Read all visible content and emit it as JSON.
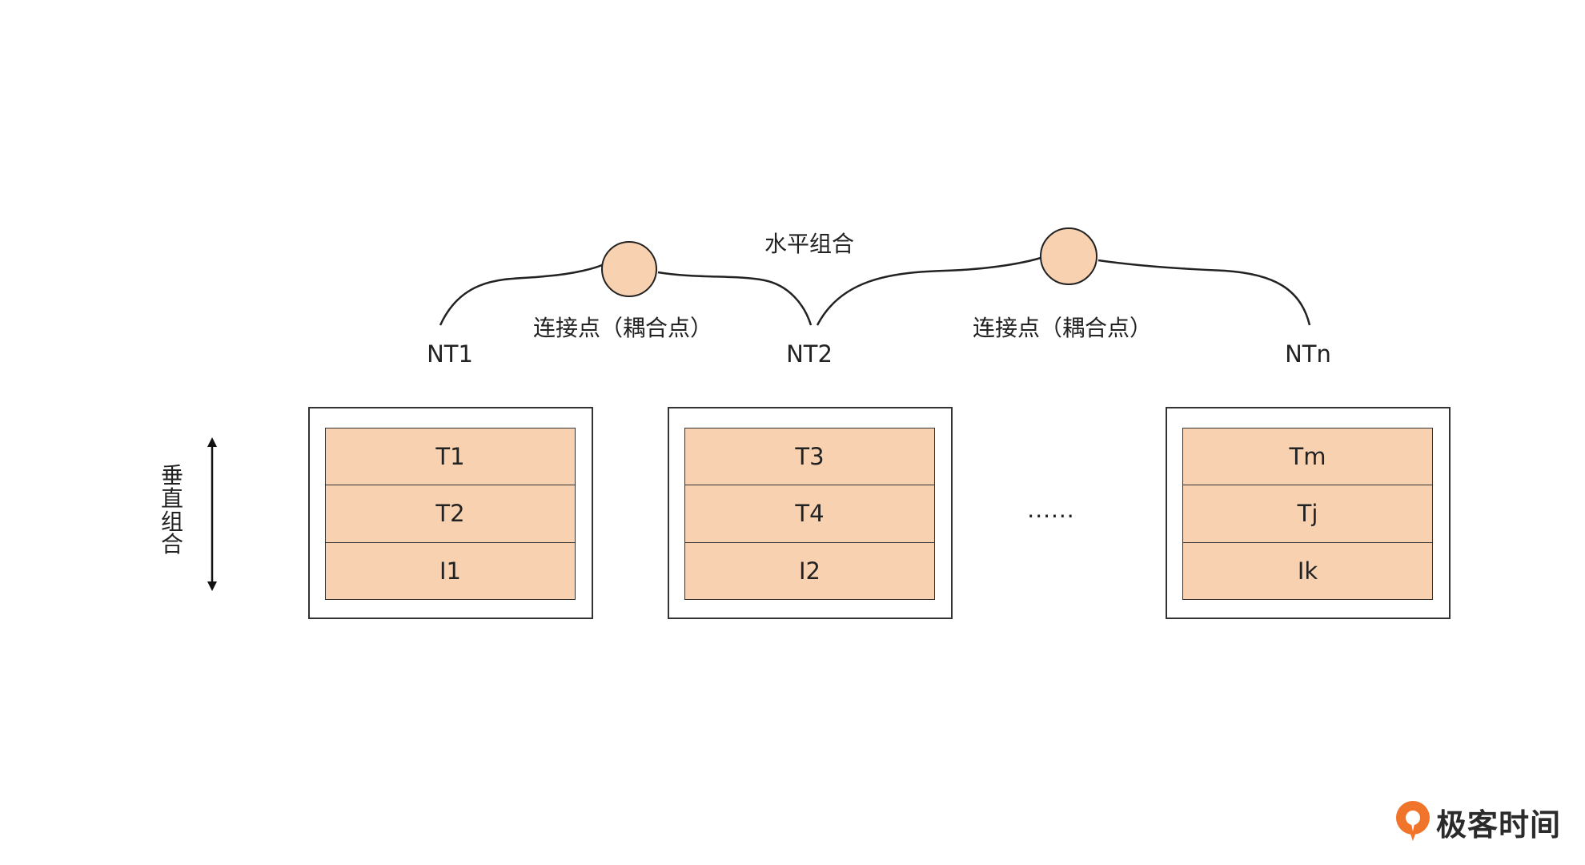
{
  "diagram": {
    "horizontal_label": "水平组合",
    "vertical_label": "垂直组合",
    "connection_label_1": "连接点（耦合点）",
    "connection_label_2": "连接点（耦合点）",
    "nodes": [
      "NT1",
      "NT2",
      "NTn"
    ],
    "ellipsis": "......",
    "stacks": [
      {
        "rows": [
          "T1",
          "T2",
          "I1"
        ]
      },
      {
        "rows": [
          "T3",
          "T4",
          "I2"
        ]
      },
      {
        "rows": [
          "Tm",
          "Tj",
          "Ik"
        ]
      }
    ]
  },
  "brand": {
    "name": "极客时间"
  },
  "colors": {
    "fill": "#f8d1b0",
    "stroke": "#333333",
    "brand_orange": "#f0742a"
  }
}
